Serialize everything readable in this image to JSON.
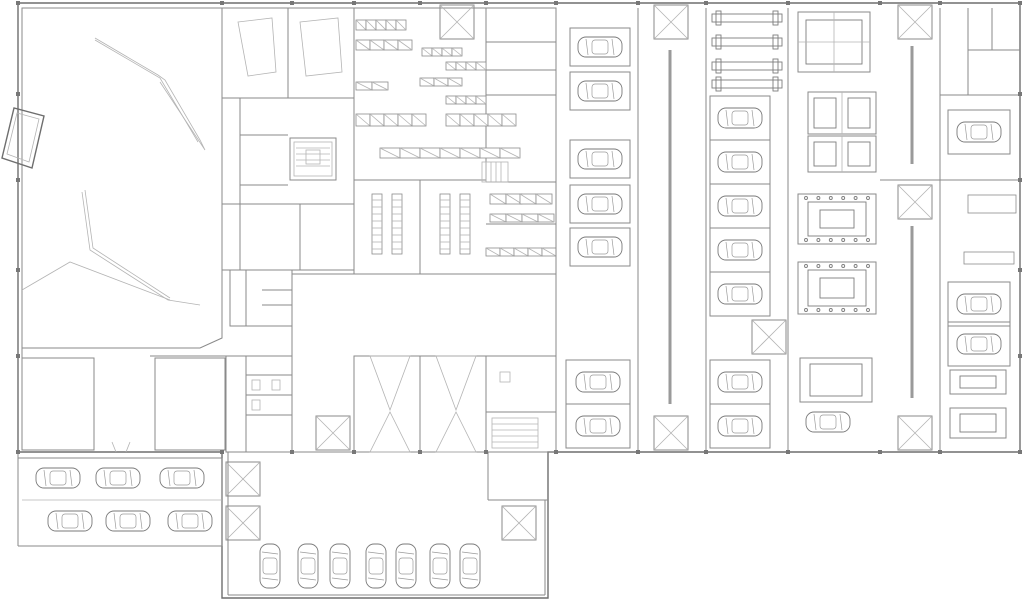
{
  "drawing": {
    "type": "architectural floor plan",
    "line_color": "#8a8a8a",
    "background": "#ffffff",
    "labels": []
  },
  "zones": {
    "showroom_cars": 0,
    "service_bays_with_lifts": 14,
    "customer_parking_upper_row": 3,
    "customer_parking_lower_row": 3,
    "parking_forecourt": 7,
    "stair_cores": 3,
    "glazed_skylights": 9
  }
}
